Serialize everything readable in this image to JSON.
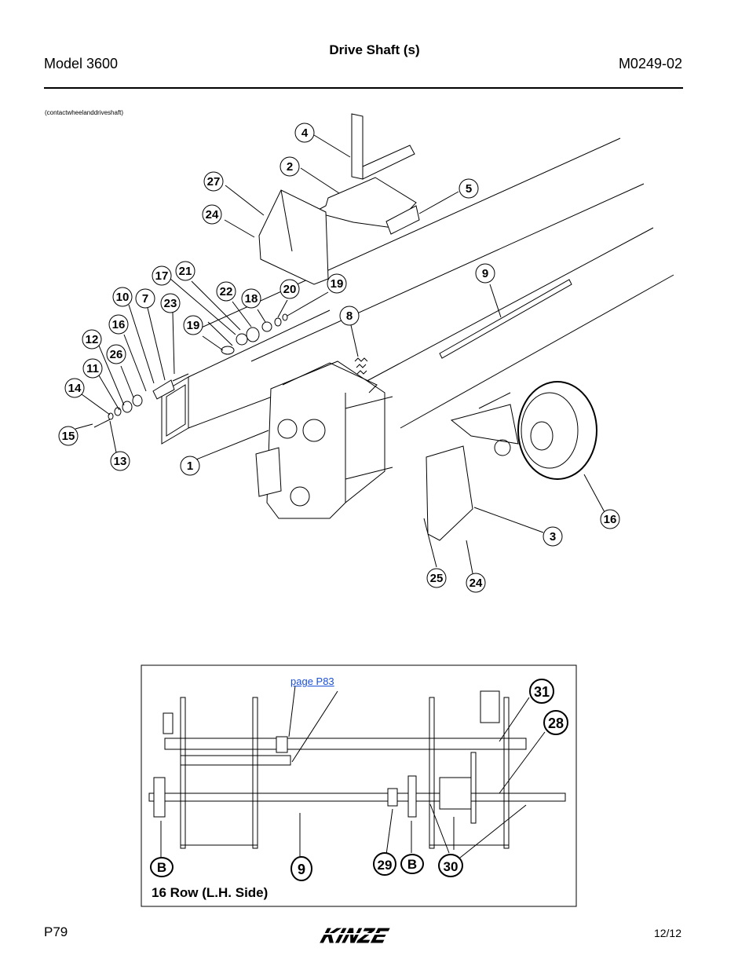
{
  "header": {
    "title": "Drive Shaft (s)",
    "model": "Model 3600",
    "doc_number": "M0249-02"
  },
  "drawing_code": "(contactwheelanddriveshaft)",
  "callouts_top": [
    "4",
    "2",
    "27",
    "5",
    "24",
    "17",
    "21",
    "22",
    "18",
    "20",
    "19",
    "9",
    "10",
    "7",
    "23",
    "16",
    "19",
    "8",
    "12",
    "26",
    "11",
    "14",
    "15",
    "13",
    "1",
    "16",
    "3",
    "25",
    "24"
  ],
  "inset": {
    "link_text": "page P83",
    "title": "16 Row (L.H. Side)",
    "callouts": [
      "31",
      "28",
      "B",
      "9",
      "29",
      "B",
      "30"
    ]
  },
  "footer": {
    "page": "P79",
    "brand": "KINZE",
    "date": "12/12"
  }
}
